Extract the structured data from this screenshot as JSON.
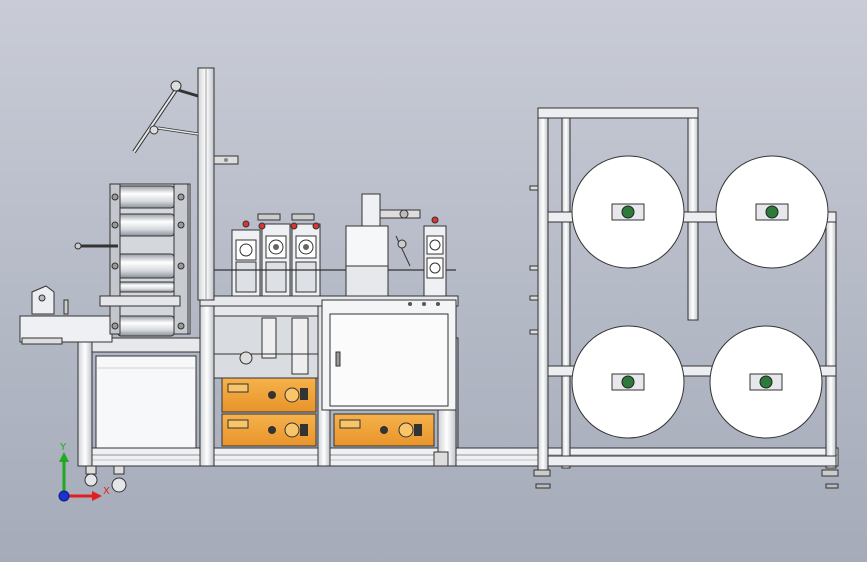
{
  "axis_triad": {
    "x_label": "X",
    "y_label": "Y",
    "x_color": "#e02020",
    "y_color": "#1faa1f",
    "z_color": "#1a33cc"
  },
  "colors": {
    "background": "#b9bdc9",
    "frame": "#e8eaee",
    "outline": "#2a2a2a",
    "control_box": "#f2a33a",
    "roll": "#ffffff"
  },
  "unwind_stand": {
    "roll_count": 4
  }
}
